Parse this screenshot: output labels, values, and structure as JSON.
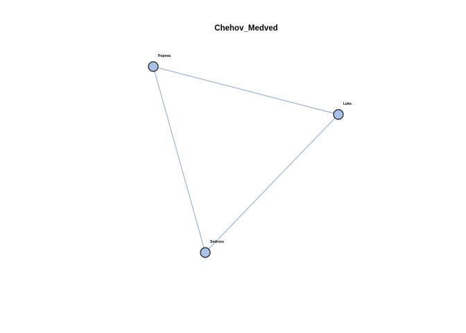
{
  "title": "Chehov_Medved",
  "colors": {
    "node_fill": "#a9c1e6",
    "node_stroke": "#1a1a1a",
    "edge": "#9db3d3",
    "title": "#000000",
    "background": "#ffffff"
  },
  "nodes": [
    {
      "id": "popova",
      "label": "Popova"
    },
    {
      "id": "luka",
      "label": "Luka"
    },
    {
      "id": "smirnov",
      "label": "Smirnov"
    }
  ],
  "edges": [
    {
      "source": "popova",
      "target": "luka"
    },
    {
      "source": "popova",
      "target": "smirnov"
    },
    {
      "source": "luka",
      "target": "smirnov"
    }
  ]
}
